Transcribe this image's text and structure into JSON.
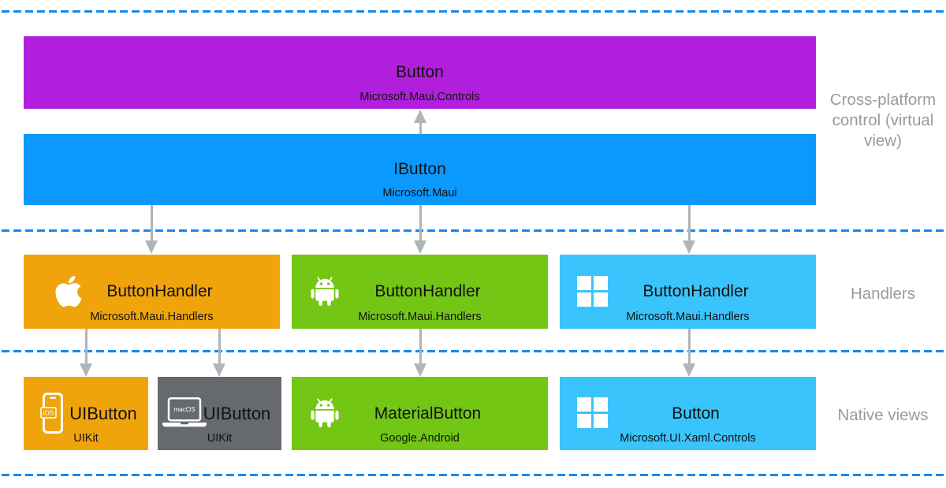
{
  "diagram": {
    "boxes": {
      "button": {
        "title": "Button",
        "subtitle": "Microsoft.Maui.Controls"
      },
      "ibutton": {
        "title": "IButton",
        "subtitle": "Microsoft.Maui"
      },
      "handler_ios": {
        "title": "ButtonHandler",
        "subtitle": "Microsoft.Maui.Handlers",
        "icon": "apple-icon"
      },
      "handler_android": {
        "title": "ButtonHandler",
        "subtitle": "Microsoft.Maui.Handlers",
        "icon": "android-icon"
      },
      "handler_windows": {
        "title": "ButtonHandler",
        "subtitle": "Microsoft.Maui.Handlers",
        "icon": "windows-icon"
      },
      "native_ios": {
        "title": "UIButton",
        "subtitle": "UIKit",
        "icon": "iphone-icon",
        "badge": "iOS"
      },
      "native_macos": {
        "title": "UIButton",
        "subtitle": "UIKit",
        "icon": "macbook-icon",
        "badge": "macOS"
      },
      "native_android": {
        "title": "MaterialButton",
        "subtitle": "Google.Android",
        "icon": "android-icon"
      },
      "native_windows": {
        "title": "Button",
        "subtitle": "Microsoft.UI.Xaml.Controls",
        "icon": "windows-icon"
      }
    },
    "side_labels": {
      "cross_platform": "Cross-platform control (virtual view)",
      "handlers": "Handlers",
      "native_views": "Native views"
    },
    "colors": {
      "cross_platform_control": "#b11fdd",
      "cross_platform_interface": "#0c99fe",
      "ios": "#f0a40c",
      "android": "#73c614",
      "windows": "#3ac4fc",
      "macos": "#66696e",
      "dashed_line": "#1589ec",
      "arrow": "#b0b5ba",
      "side_label_text": "#9b9b9b"
    }
  }
}
